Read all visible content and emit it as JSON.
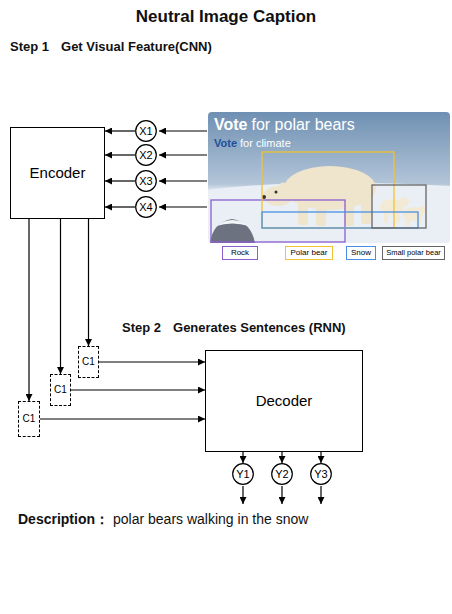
{
  "diagram": {
    "title": "Neutral Image Caption",
    "nodes": [
      {
        "text": [
          "Encoder"
        ]
      },
      {
        "text": [
          "X1"
        ]
      },
      {
        "text": [
          "X2"
        ]
      },
      {
        "text": [
          "X3"
        ]
      },
      {
        "text": [
          "X4"
        ]
      },
      {
        "text": [
          "Rock"
        ]
      },
      {
        "text": [
          "Polar bear"
        ]
      },
      {
        "text": [
          "Snow"
        ]
      },
      {
        "text": [
          "Small polar bear"
        ]
      },
      {
        "text": [
          "C1"
        ]
      },
      {
        "text": [
          "C1"
        ]
      },
      {
        "text": [
          "C1"
        ]
      },
      {
        "text": [
          "Decoder"
        ]
      },
      {
        "text": [
          "Y1"
        ]
      },
      {
        "text": [
          "Y2"
        ]
      },
      {
        "text": [
          "Y3"
        ]
      }
    ],
    "edges": [
      {
        "from": 1,
        "to": 0,
        "arrow": "to"
      },
      {
        "from": 2,
        "to": 0,
        "arrow": "to"
      },
      {
        "from": 3,
        "to": 0,
        "arrow": "to"
      },
      {
        "from": 4,
        "to": 0,
        "arrow": "to"
      },
      {
        "from": 0,
        "to": 9,
        "arrow": "to"
      },
      {
        "from": 0,
        "to": 10,
        "arrow": "to"
      },
      {
        "from": 0,
        "to": 11,
        "arrow": "to"
      },
      {
        "from": 9,
        "to": 12,
        "arrow": "to"
      },
      {
        "from": 10,
        "to": 12,
        "arrow": "to"
      },
      {
        "from": 11,
        "to": 12,
        "arrow": "to"
      },
      {
        "from": 12,
        "to": 13,
        "arrow": "to"
      },
      {
        "from": 12,
        "to": 14,
        "arrow": "to"
      },
      {
        "from": 12,
        "to": 15,
        "arrow": "to"
      }
    ],
    "labels": [
      "Step 1",
      "Get Visual Feature(CNN)",
      "Vote",
      "for polar bears",
      "Vote",
      "for climate",
      "Step 2",
      "Generates Sentences (RNN)",
      "Description：",
      "polar bears walking in the snow"
    ]
  }
}
